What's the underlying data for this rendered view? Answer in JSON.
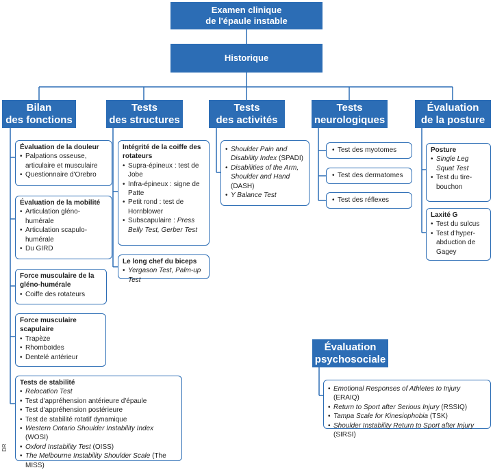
{
  "root": {
    "line1": "Examen clinique",
    "line2": "de l'épaule instable"
  },
  "historique": "Historique",
  "categories": {
    "bilan": {
      "line1": "Bilan",
      "line2": "des fonctions"
    },
    "structures": {
      "line1": "Tests",
      "line2": "des structures"
    },
    "activites": {
      "line1": "Tests",
      "line2": "des activités"
    },
    "neuro": {
      "line1": "Tests",
      "line2": "neurologiques"
    },
    "posture": {
      "line1": "Évaluation",
      "line2": "de la posture"
    },
    "psycho": {
      "line1": "Évaluation",
      "line2": "psychosociale"
    }
  },
  "douleur": {
    "title": "Évaluation de la douleur",
    "items": [
      "Palpations osseuse, articulaire et musculaire",
      "Questionnaire d'Orebro"
    ]
  },
  "mobilite": {
    "title": "Évaluation de la mobilité",
    "items": [
      "Articulation gléno-humérale",
      "Articulation scapulo-humérale",
      "Du GIRD"
    ]
  },
  "force_gh": {
    "title": "Force musculaire de la gléno-humérale",
    "items": [
      "Coiffe des rotateurs"
    ]
  },
  "force_scap": {
    "title": "Force musculaire scapulaire",
    "items": [
      "Trapèze",
      "Rhomboïdes",
      "Dentelé antérieur"
    ]
  },
  "stabilite": {
    "title": "Tests de stabilité",
    "items": [
      {
        "it": "Relocation Test",
        "rest": ""
      },
      {
        "it": "",
        "rest": "Test d'appréhension antérieure d'épaule"
      },
      {
        "it": "",
        "rest": "Test d'appréhension postérieure"
      },
      {
        "it": "",
        "rest": "Test de stabilité rotatif dynamique"
      },
      {
        "it": "Western Ontario Shoulder Instability Index",
        "rest": " (WOSI)"
      },
      {
        "it": "Oxford Instability Test",
        "rest": " (OISS)"
      },
      {
        "it": "The Melbourne Instability Shoulder Scale",
        "rest": " (The MISS)"
      }
    ]
  },
  "coiffe": {
    "title": "Intégrité de la coiffe des rotateurs",
    "items": [
      {
        "it": "",
        "rest": "Supra-épineux : test de Jobe"
      },
      {
        "it": "",
        "rest": "Infra-épineux : signe de Patte"
      },
      {
        "it": "",
        "rest": "Petit rond : test de Hornblower"
      },
      {
        "it": "Press Belly Test, Gerber Test",
        "rest": "Subscapulaire : "
      }
    ]
  },
  "biceps": {
    "title": "Le long chef du biceps",
    "item": "Yergason Test, Palm-up Test"
  },
  "activites_box": {
    "items": [
      {
        "it": "Shoulder Pain and Disability Index",
        "rest": " (SPADI)"
      },
      {
        "it": "Disabilities of the Arm, Shoulder and Hand",
        "rest": " (DASH)"
      },
      {
        "it": "Y Balance Test",
        "rest": ""
      }
    ]
  },
  "neuro_items": [
    "Test des myotomes",
    "Test des dermatomes",
    "Test des réflexes"
  ],
  "posture_box": {
    "title": "Posture",
    "items": [
      {
        "it": "Single Leg Squat Test",
        "rest": ""
      },
      {
        "it": "",
        "rest": "Test du tire-bouchon"
      }
    ]
  },
  "laxite": {
    "title": "Laxité G",
    "items": [
      "Test du sulcus",
      "Test d'hyper-abduction de Gagey"
    ]
  },
  "psycho_box": {
    "items": [
      {
        "it": "Emotional Responses of Athletes to Injury",
        "rest": " (ERAIQ)"
      },
      {
        "it": "Return to Sport after Serious Injury",
        "rest": " (RSSIQ)"
      },
      {
        "it": "Tampa Scale for Kinesiophobia",
        "rest": " (TSK)"
      },
      {
        "it": "Shoulder Instability Return to Sport after Injury",
        "rest": " (SIRSI)"
      }
    ]
  },
  "credit": "DR"
}
